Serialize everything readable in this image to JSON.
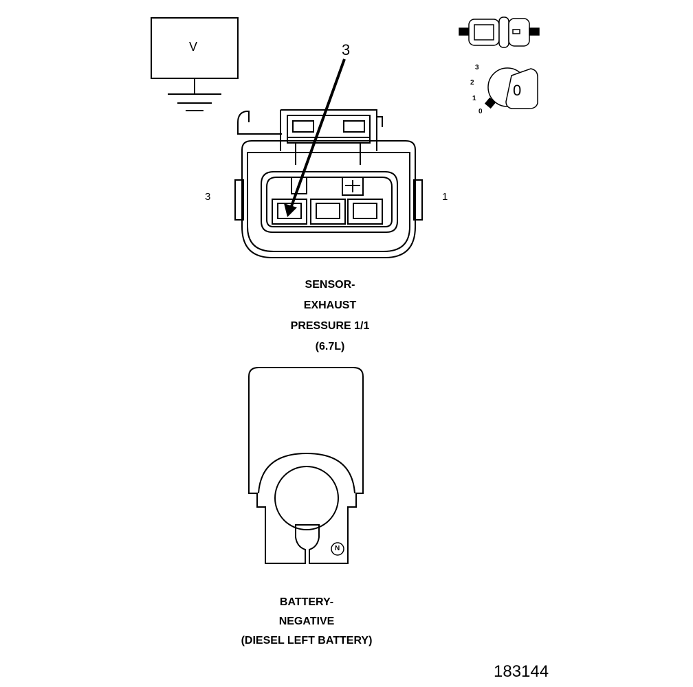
{
  "voltmeter": {
    "symbol": "V"
  },
  "ignition": {
    "key_label": "0",
    "positions": [
      "3",
      "2",
      "1",
      "0"
    ]
  },
  "sensor_connector": {
    "callout": "3",
    "pin_left": "3",
    "pin_right": "1",
    "caption_lines": [
      "SENSOR-",
      "EXHAUST",
      "PRESSURE 1/1",
      "(6.7L)"
    ]
  },
  "battery_terminal": {
    "badge": "N",
    "caption_lines": [
      "BATTERY-",
      "NEGATIVE",
      "(DIESEL LEFT BATTERY)"
    ]
  },
  "figure_number": "183144"
}
